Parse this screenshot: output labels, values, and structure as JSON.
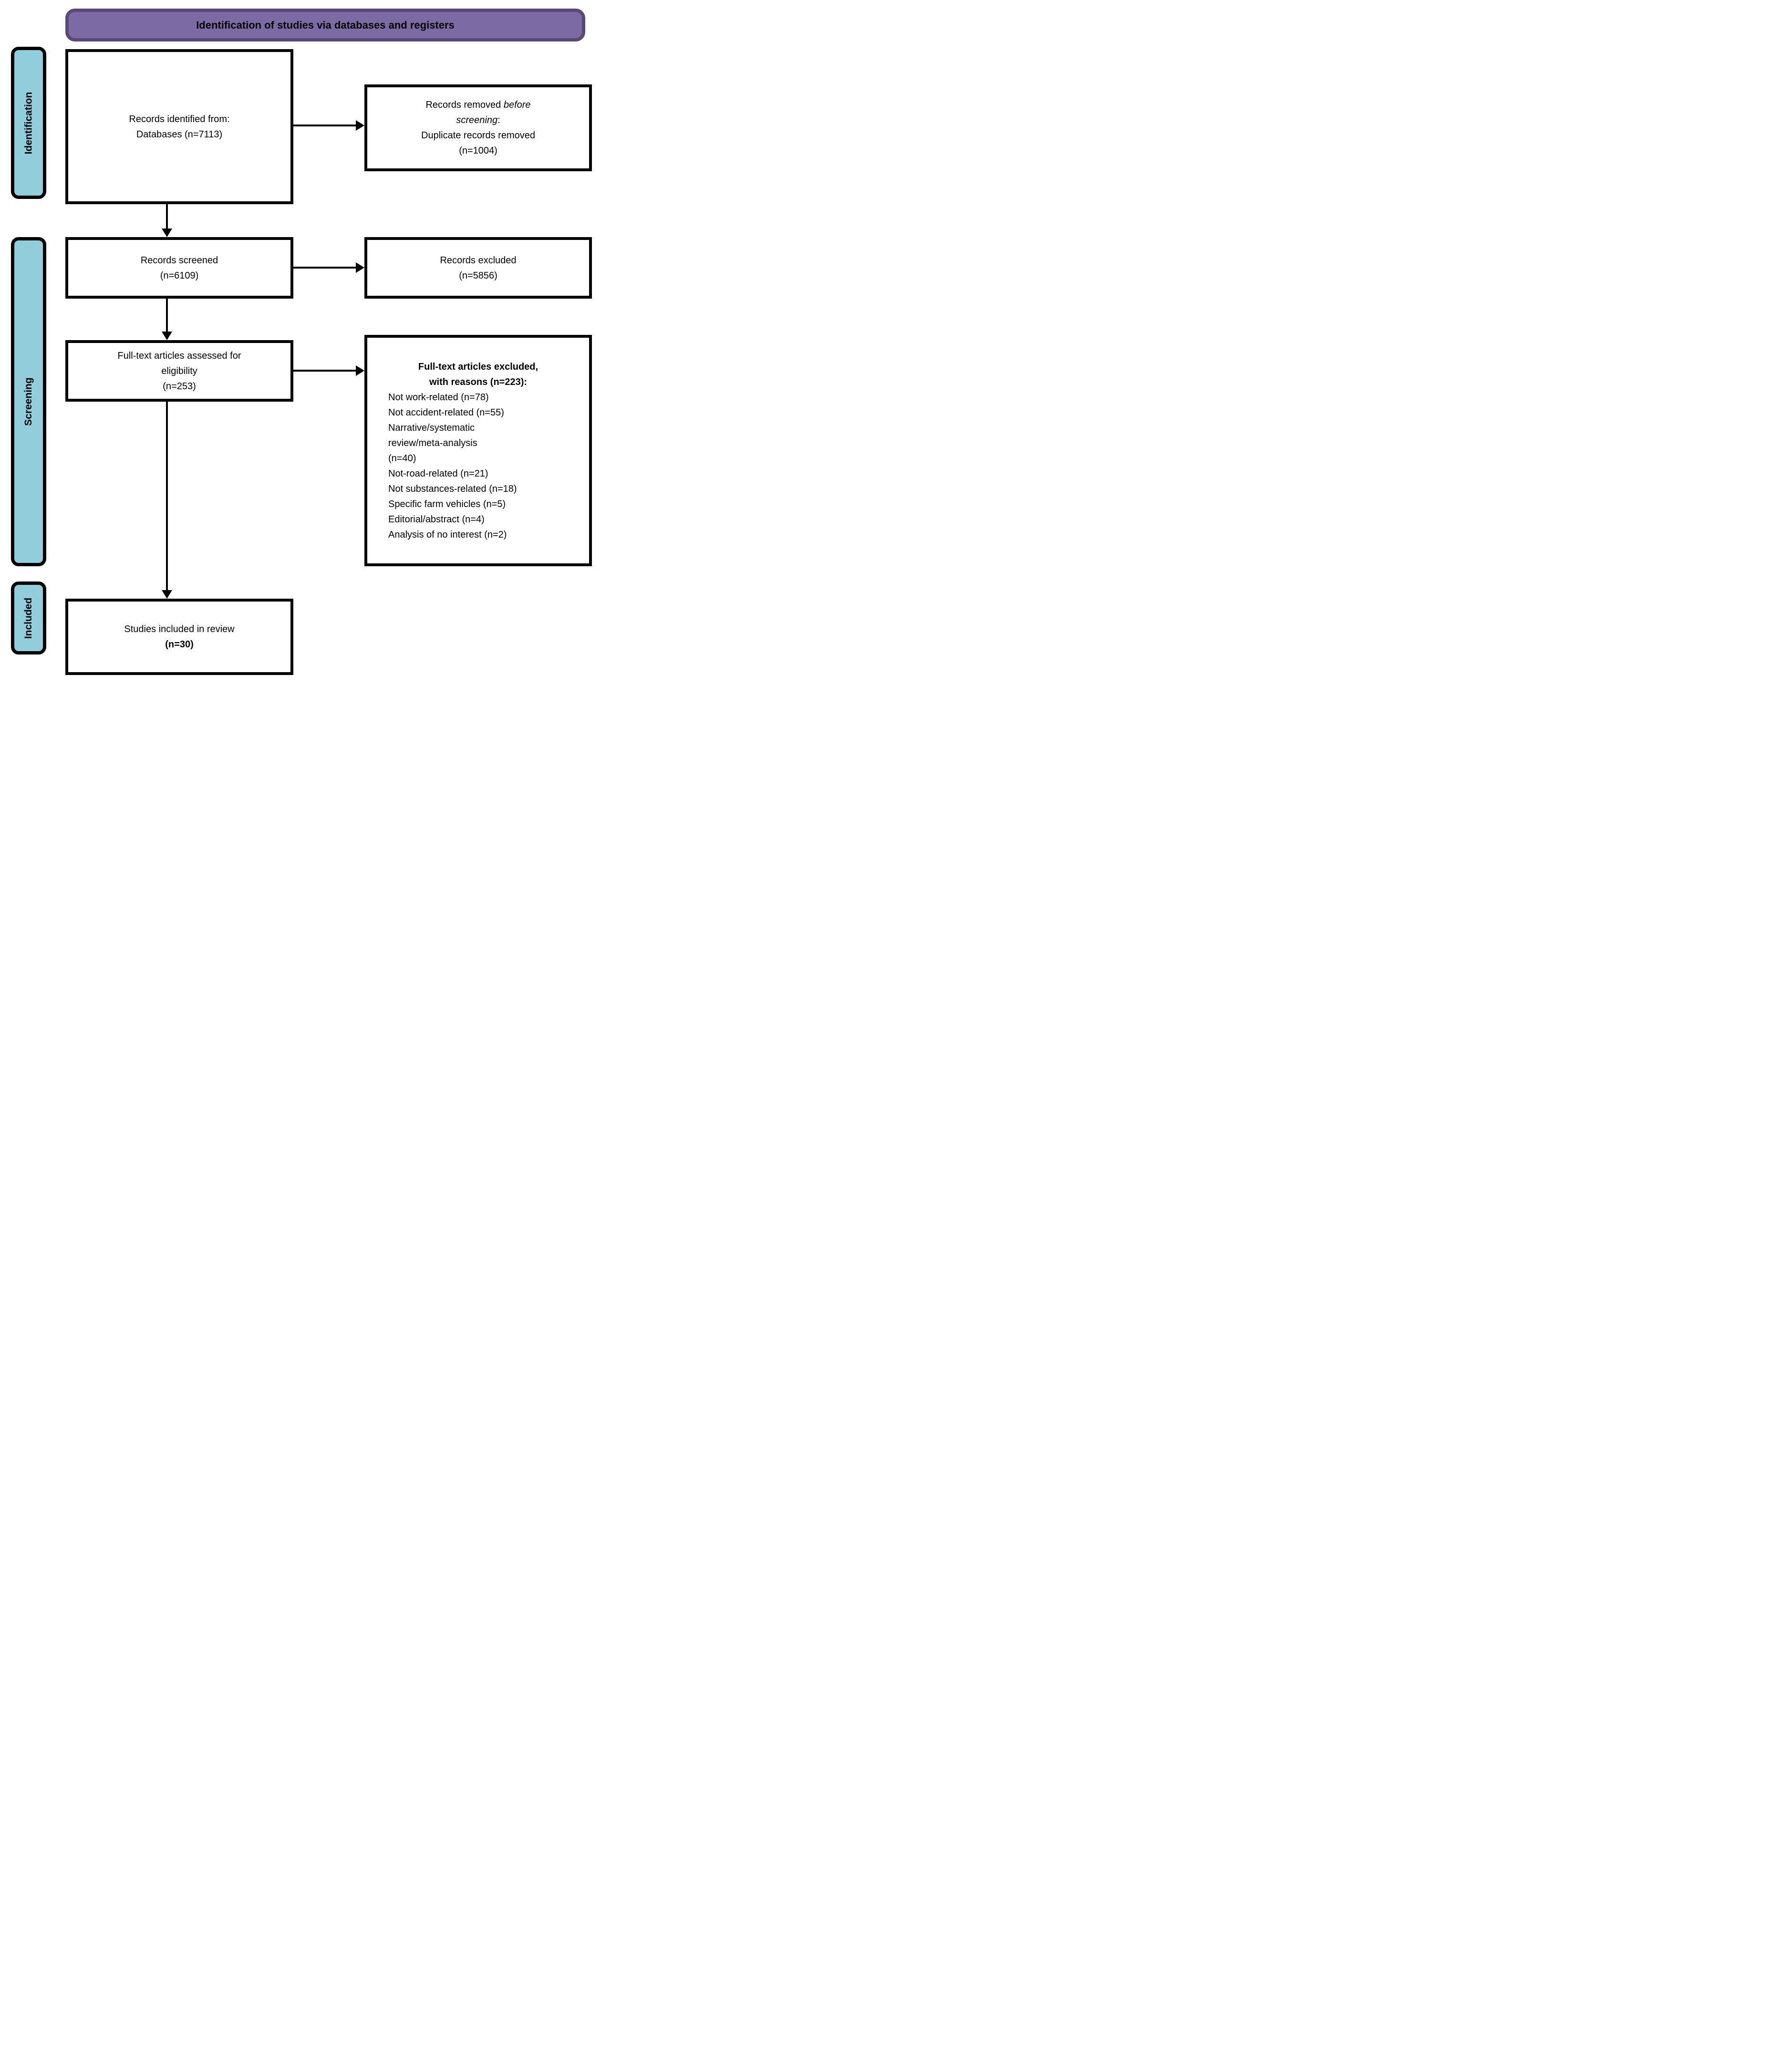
{
  "banner": {
    "title": "Identification of studies via databases and registers"
  },
  "sidebar": {
    "identification": "Identification",
    "screening": "Screening",
    "included": "Included"
  },
  "boxes": {
    "records_identified": {
      "line1": "Records identified from:",
      "line2": "Databases (n=7113)"
    },
    "records_removed": {
      "l1_regular": "Records removed ",
      "l1_italic": "before",
      "l2_italic": "screening",
      "l2_colon": ":",
      "l3": "Duplicate records removed",
      "l4": "(n=1004)"
    },
    "records_screened": {
      "line1": "Records screened",
      "line2": "(n=6109)"
    },
    "records_excluded": {
      "line1": "Records excluded",
      "line2": "(n=5856)"
    },
    "fulltext_assessed": {
      "line1": "Full-text articles assessed for",
      "line2": "eligibility",
      "line3": "(n=253)"
    },
    "fulltext_excluded": {
      "heading_line1": "Full-text articles excluded,",
      "heading_line2": "with reasons (n=223):",
      "reasons": [
        "Not work-related (n=78)",
        "Not accident-related (n=55)",
        "Narrative/systematic\nreview/meta-analysis\n(n=40)",
        "Not-road-related (n=21)",
        "Not substances-related (n=18)",
        "Specific farm vehicles (n=5)",
        "Editorial/abstract (n=4)",
        "Analysis of no interest (n=2)"
      ]
    },
    "studies_included": {
      "line1": "Studies included in review",
      "line2": "(n=30)"
    }
  },
  "colors": {
    "banner_fill": "#7C6AA5",
    "banner_border": "#5A4876",
    "stage_fill": "#92CDDC",
    "box_border": "#000000",
    "text": "#000000",
    "background": "#FFFFFF"
  }
}
